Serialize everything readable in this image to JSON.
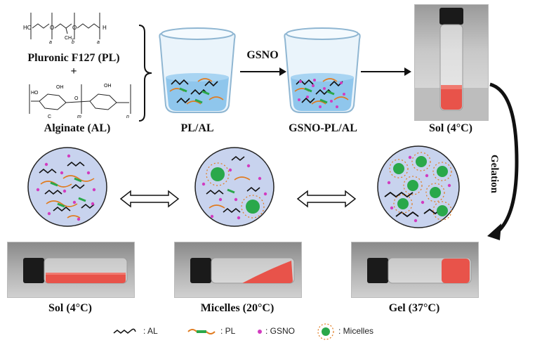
{
  "chem": {
    "pluronic_label": "Pluronic F127 (PL)",
    "plus": "+",
    "alginate_label": "Alginate (AL)",
    "pl_struct": {
      "ho": "HO",
      "ch3": "CH₃",
      "o1": "O",
      "o2": "O",
      "h": "H",
      "a": "a",
      "b": "b",
      "a2": "a"
    },
    "al_struct": {
      "oh1": "OH",
      "oh2": "OH",
      "ho": "HO",
      "cooh1": "C",
      "o": "O",
      "m": "m",
      "n": "n"
    }
  },
  "beakers": {
    "pl_al_label": "PL/AL",
    "gsno_pl_al_label": "GSNO-PL/AL",
    "arrow_label": "GSNO"
  },
  "vials": {
    "top_label": "Sol (4°C)",
    "gelation_label": "Gelation",
    "bottom": [
      {
        "label": "Sol (4°C)"
      },
      {
        "label": "Micelles (20°C)"
      },
      {
        "label": "Gel (37°C)"
      }
    ]
  },
  "legend": {
    "al": ": AL",
    "pl": ": PL",
    "gsno": ": GSNO",
    "micelles": ": Micelles"
  },
  "colors": {
    "circle_fill": "#c8d3ee",
    "chain_black": "#111111",
    "chain_orange": "#e07b20",
    "chain_green": "#2aa84a",
    "gsno_pink": "#d23cc0",
    "liquid_red": "#e8534a",
    "water_blue": "#8fc6ec"
  }
}
